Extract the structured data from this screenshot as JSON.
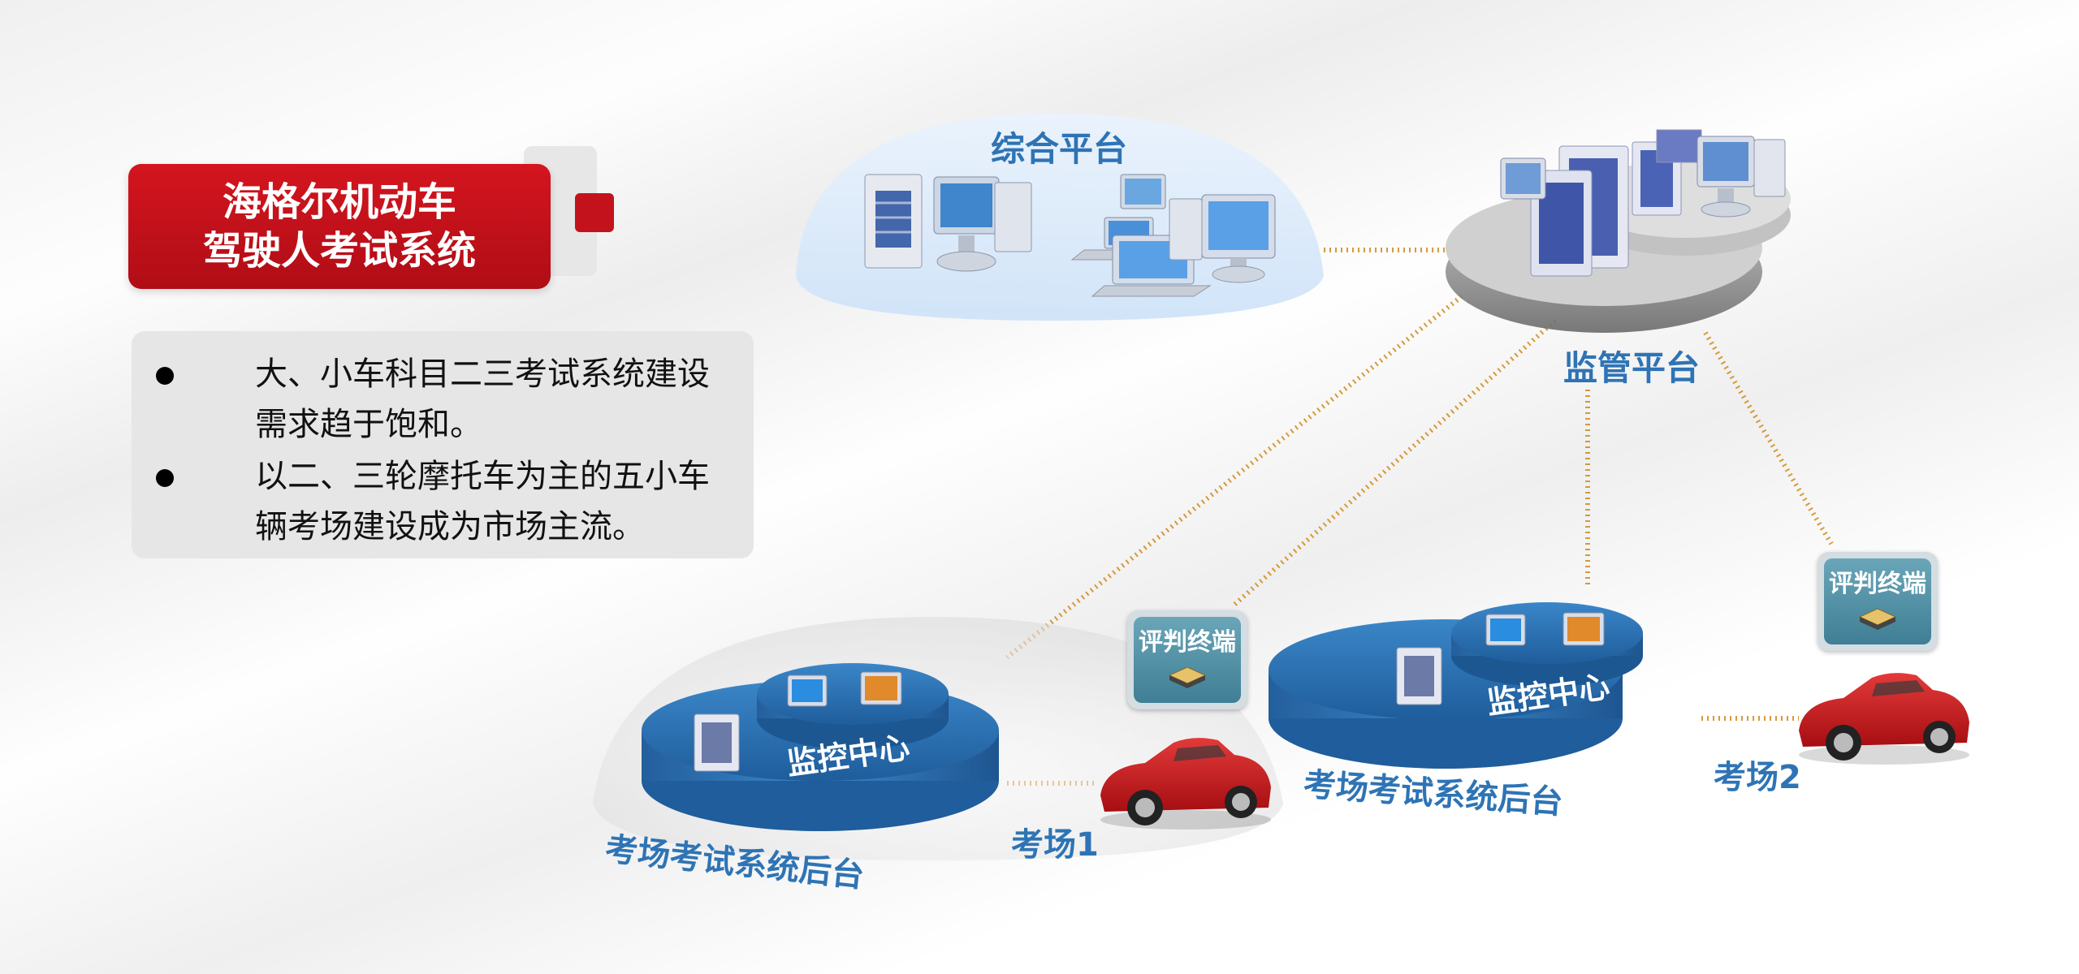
{
  "title": {
    "line1": "海格尔机动车",
    "line2": "驾驶人考试系统"
  },
  "bullets": [
    {
      "line1": "大、小车科目二三考试系统建设",
      "line2": "需求趋于饱和。"
    },
    {
      "line1": "以二、三轮摩托车为主的五小车",
      "line2": "辆考场建设成为市场主流。"
    }
  ],
  "nodes": {
    "integrated_platform": "综合平台",
    "supervision_platform": "监管平台",
    "monitor_center_1": "监控中心",
    "monitor_center_2": "监控中心",
    "backend_1": "考场考试系统后台",
    "backend_2": "考场考试系统后台",
    "venue_1": "考场1",
    "venue_2": "考场2",
    "judge_terminal_1": "评判终端",
    "judge_terminal_2": "评判终端"
  },
  "colors": {
    "brand_red": "#c4121c",
    "label_blue": "#2e74b5",
    "platform_blue": "#2f6fb0",
    "link_orange": "#d08a1a"
  },
  "icons": [
    "server-icon",
    "monitor-icon",
    "laptop-icon",
    "car-icon",
    "terminal-icon"
  ]
}
